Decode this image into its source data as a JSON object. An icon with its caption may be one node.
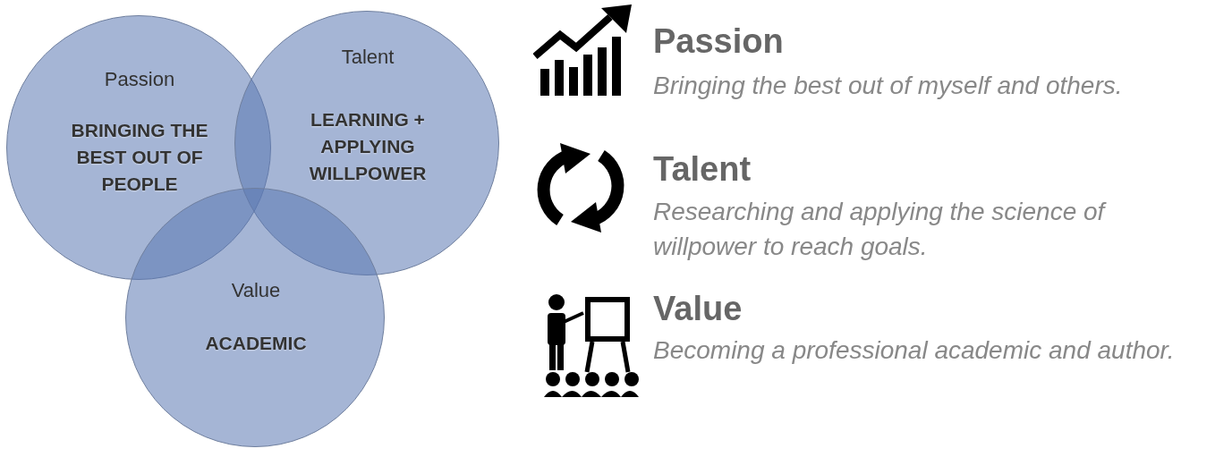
{
  "diagram": {
    "nodes": [
      {
        "text": [
          "Passion",
          "BRINGING THE BEST OUT OF PEOPLE"
        ]
      },
      {
        "text": [
          "Talent",
          "LEARNING + APPLYING WILLPOWER"
        ]
      },
      {
        "text": [
          "Value",
          "ACADEMIC"
        ]
      }
    ],
    "edges": [],
    "labels": [
      "Passion",
      "Bringing the best out of myself and others.",
      "Talent",
      "Researching and applying the science of willpower to reach goals.",
      "Value",
      "Becoming a professional academic and author."
    ]
  }
}
